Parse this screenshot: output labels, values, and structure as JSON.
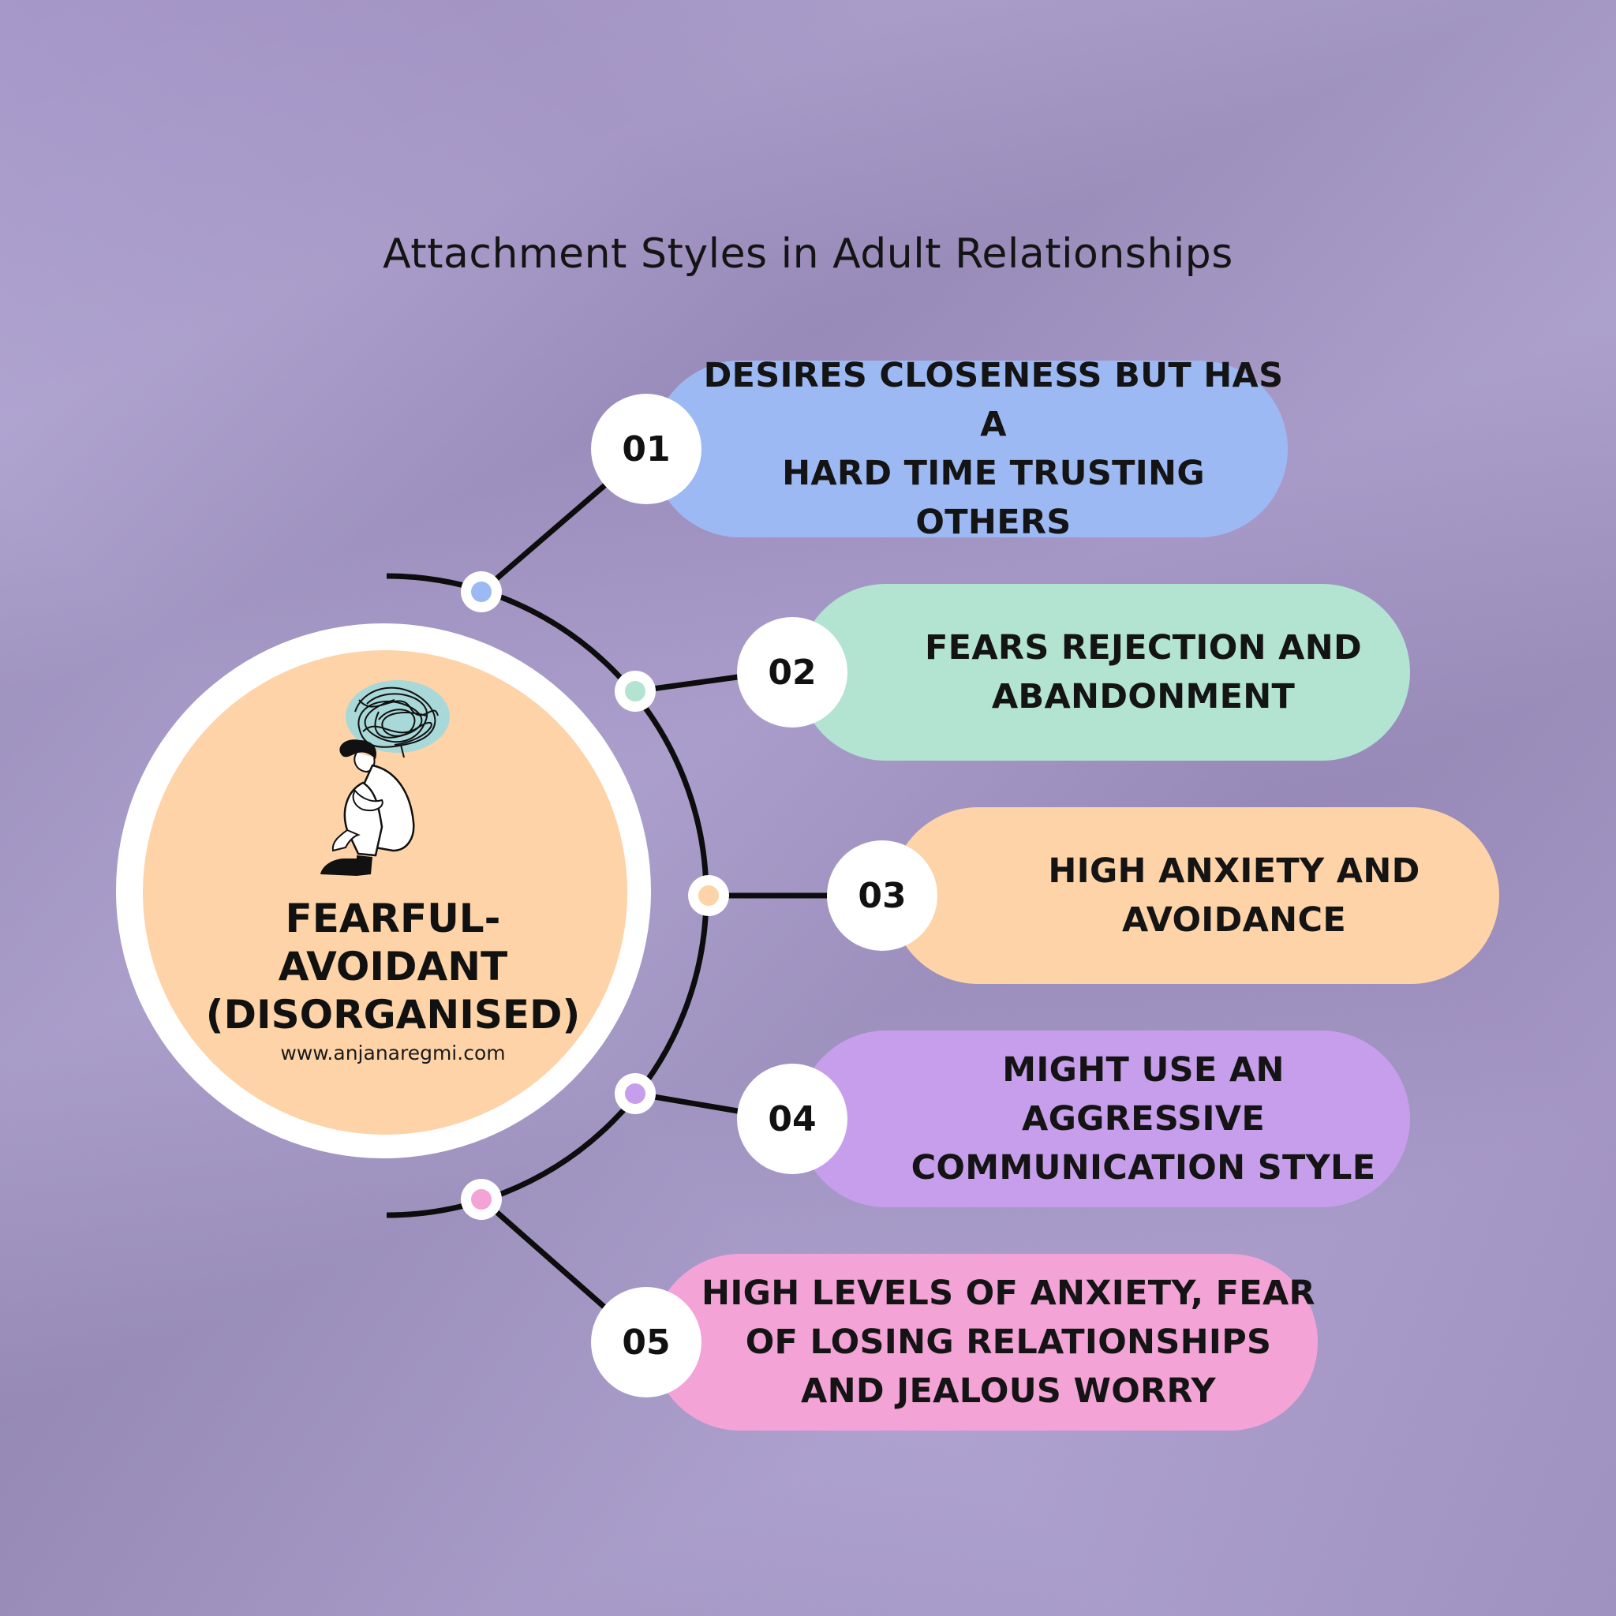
{
  "title": "Attachment Styles in Adult Relationships",
  "center": {
    "style_name": "FEARFUL-\nAVOIDANT\n(DISORGANISED)",
    "website": "www.anjanaregmi.com",
    "fill_color": "#fed3a8",
    "ring_color": "#ffffff",
    "illustration": "person-hugging-knees-with-tangled-thought-cloud"
  },
  "items": [
    {
      "number": "01",
      "text": "DESIRES CLOSENESS BUT HAS A\nHARD TIME TRUSTING OTHERS",
      "color": "#9db9f4"
    },
    {
      "number": "02",
      "text": "FEARS REJECTION AND\nABANDONMENT",
      "color": "#b3e3d1"
    },
    {
      "number": "03",
      "text": "HIGH ANXIETY AND\nAVOIDANCE",
      "color": "#fed3a8"
    },
    {
      "number": "04",
      "text": "MIGHT USE AN AGGRESSIVE\nCOMMUNICATION STYLE",
      "color": "#c79eeb"
    },
    {
      "number": "05",
      "text": "HIGH LEVELS OF ANXIETY, FEAR\nOF LOSING RELATIONSHIPS\nAND JEALOUS WORRY",
      "color": "#f4a3d6"
    }
  ]
}
